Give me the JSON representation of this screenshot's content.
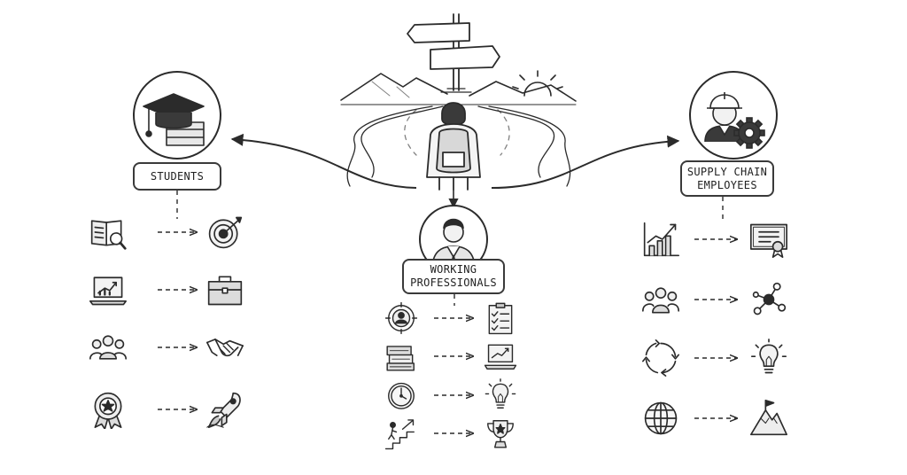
{
  "groups": {
    "students": {
      "label": "STUDENTS"
    },
    "professionals": {
      "label_line1": "WORKING",
      "label_line2": "PROFESSIONALS"
    },
    "supply_chain": {
      "label_line1": "SUPPLY CHAIN",
      "label_line2": "EMPLOYEES"
    }
  },
  "colors": {
    "ink": "#2b2b2b",
    "fill": "#e6e6e6",
    "background": "#ffffff"
  },
  "icons": {
    "students": [
      [
        "book-search-icon",
        "target-icon"
      ],
      [
        "laptop-chart-icon",
        "briefcase-icon"
      ],
      [
        "team-icon",
        "handshake-icon"
      ],
      [
        "award-badge-icon",
        "rocket-icon"
      ]
    ],
    "professionals": [
      [
        "profile-target-icon",
        "checklist-icon"
      ],
      [
        "books-icon",
        "laptop-growth-icon"
      ],
      [
        "clock-icon",
        "lightbulb-icon"
      ],
      [
        "climbing-stairs-icon",
        "trophy-icon"
      ]
    ],
    "supply_chain": [
      [
        "bar-chart-icon",
        "certificate-icon"
      ],
      [
        "group-icon",
        "network-icon"
      ],
      [
        "cycle-arrows-icon",
        "lightbulb-icon"
      ],
      [
        "globe-icon",
        "mountain-flag-icon"
      ]
    ]
  }
}
